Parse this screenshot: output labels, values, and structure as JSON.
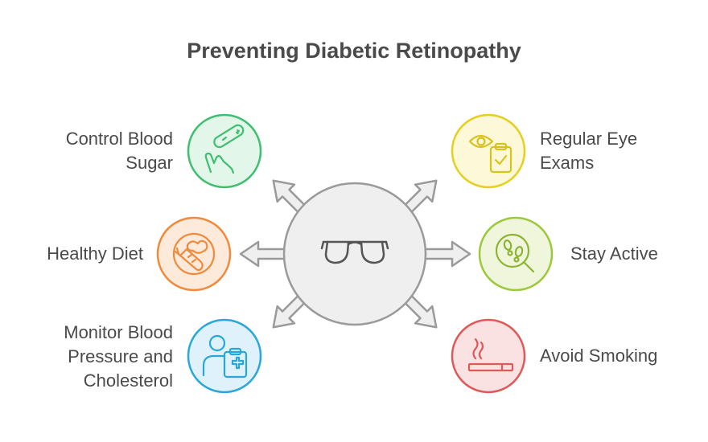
{
  "title": "Preventing Diabetic Retinopathy",
  "center": {
    "icon": "eyeglasses-icon"
  },
  "items": [
    {
      "label": "Control Blood Sugar",
      "line1": "Control Blood",
      "line2": "Sugar",
      "icon": "glucose-meter-icon",
      "color": "#3fbf6f",
      "fill": "#e3f6ea"
    },
    {
      "label": "Healthy Diet",
      "line1": "Healthy Diet",
      "icon": "carrot-food-icon",
      "color": "#f08a3c",
      "fill": "#fdeadb"
    },
    {
      "label": "Monitor Blood Pressure and Cholesterol",
      "line1": "Monitor Blood",
      "line2": "Pressure and",
      "line3": "Cholesterol",
      "icon": "user-medical-clipboard-icon",
      "color": "#2aa7d9",
      "fill": "#dff1fa"
    },
    {
      "label": "Regular Eye Exams",
      "line1": "Regular Eye",
      "line2": "Exams",
      "icon": "eye-checklist-icon",
      "color": "#e6cf1e",
      "fill": "#fcf8d8"
    },
    {
      "label": "Stay Active",
      "line1": "Stay Active",
      "icon": "footprints-magnifier-icon",
      "color": "#9cc83c",
      "fill": "#eff6dc"
    },
    {
      "label": "Avoid Smoking",
      "line1": "Avoid Smoking",
      "icon": "cigarette-icon",
      "color": "#e05858",
      "fill": "#fbe2e2"
    }
  ]
}
